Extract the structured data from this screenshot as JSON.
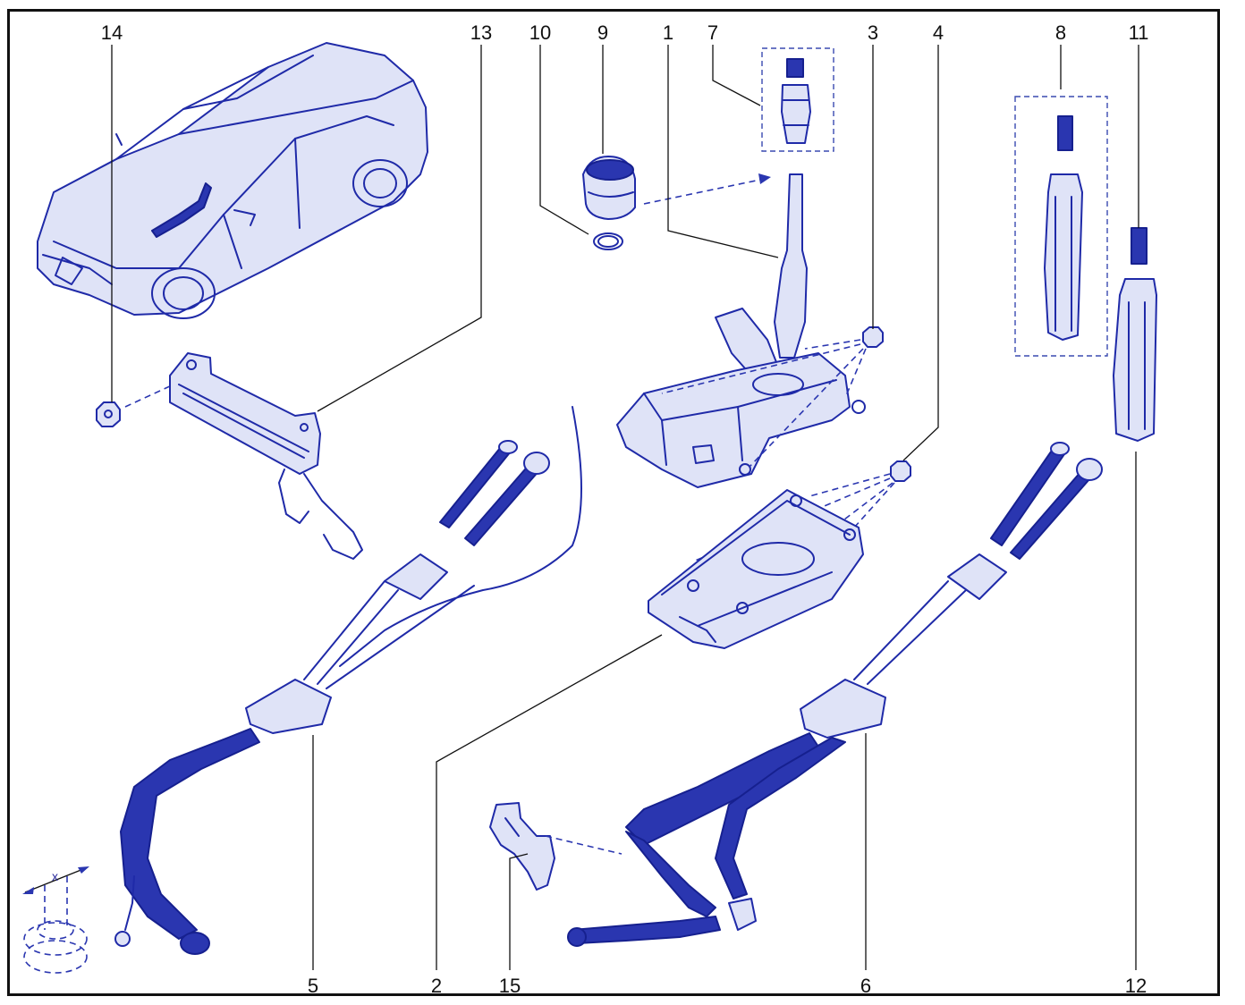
{
  "callouts": [
    "14",
    "13",
    "10",
    "9",
    "1",
    "7",
    "3",
    "4",
    "8",
    "11",
    "5",
    "2",
    "15",
    "6",
    "12"
  ],
  "detail_label": "x"
}
